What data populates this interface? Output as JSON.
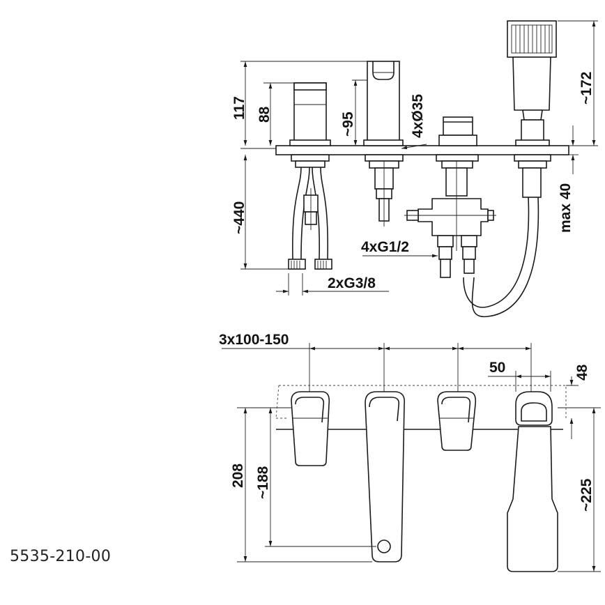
{
  "product_code": "5535-210-00",
  "top_view_dims": {
    "d117": "117",
    "d88": "88",
    "d95": "~95",
    "d35": "4xØ35",
    "d172": "~172",
    "d440": "~440",
    "d40": "max 40",
    "g12": "4xG1/2",
    "g38": "2xG3/8"
  },
  "front_view_dims": {
    "spacing": "3x100-150",
    "d50": "50",
    "d48": "48",
    "d208": "208",
    "d188": "~188",
    "d225": "~225"
  }
}
